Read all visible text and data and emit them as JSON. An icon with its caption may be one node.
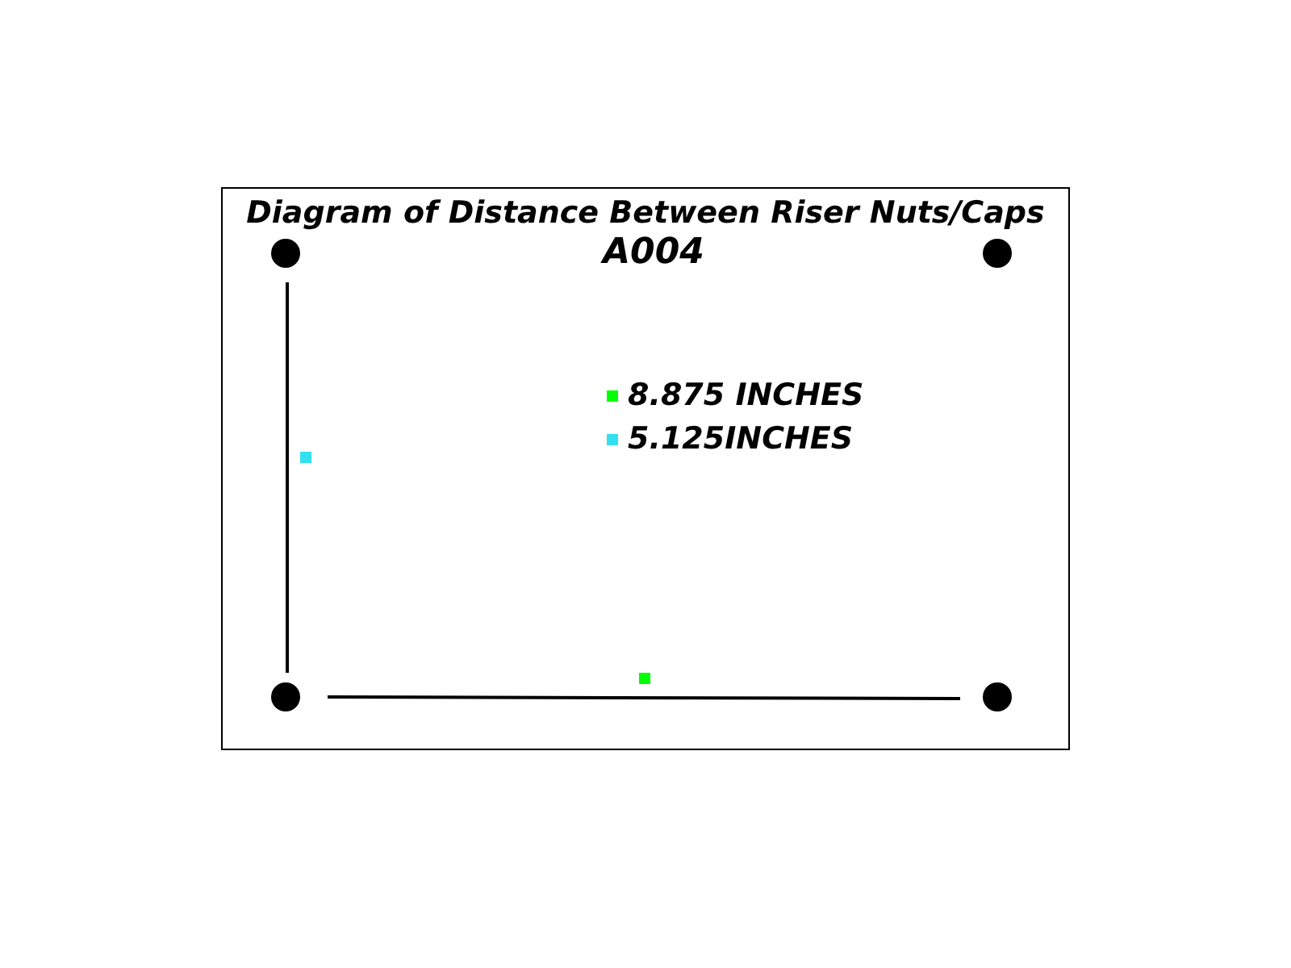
{
  "diagram": {
    "title": "Diagram of Distance Between Riser Nuts/Caps",
    "labels": [
      "A004"
    ],
    "legend": [
      {
        "text": "8.875 INCHES",
        "color": "#00ff00"
      },
      {
        "text": "5.125INCHES",
        "color": "#33e0f0"
      }
    ]
  }
}
